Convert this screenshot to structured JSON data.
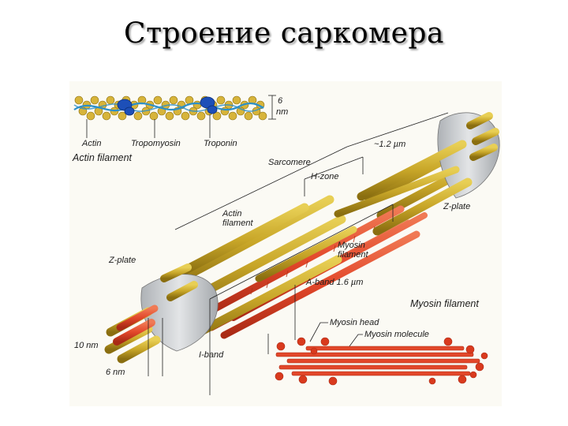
{
  "title": "Строение саркомера",
  "labels": {
    "actin": "Actin",
    "tropomyosin": "Tropomyosin",
    "troponin": "Troponin",
    "actin_filament_caption": "Actin filament",
    "six_nm_top": "6",
    "nm_top": "nm",
    "sarcomere": "Sarcomere",
    "sarcomere_length": "~1.2 µm",
    "h_zone": "H-zone",
    "z_plate_right": "Z-plate",
    "z_plate_left": "Z-plate",
    "actin_filament_l1": "Actin",
    "actin_filament_l2": "filament",
    "myosin_filament_l1": "Myosin",
    "myosin_filament_l2": "filament",
    "a_band": "A-band 1.6 µm",
    "myosin_filament_caption": "Myosin filament",
    "myosin_head": "Myosin head",
    "myosin_molecule": "Myosin molecule",
    "i_band": "I-band",
    "ten_nm": "10 nm",
    "six_nm_bottom": "6 nm"
  },
  "colors": {
    "actin": "#c8a628",
    "actin_dark": "#8a6e10",
    "myosin": "#e2472a",
    "myosin_dark": "#a92a15",
    "tropomyosin": "#2c8fc8",
    "troponin": "#1d4fb8",
    "z_disc": "#c9cccf"
  }
}
